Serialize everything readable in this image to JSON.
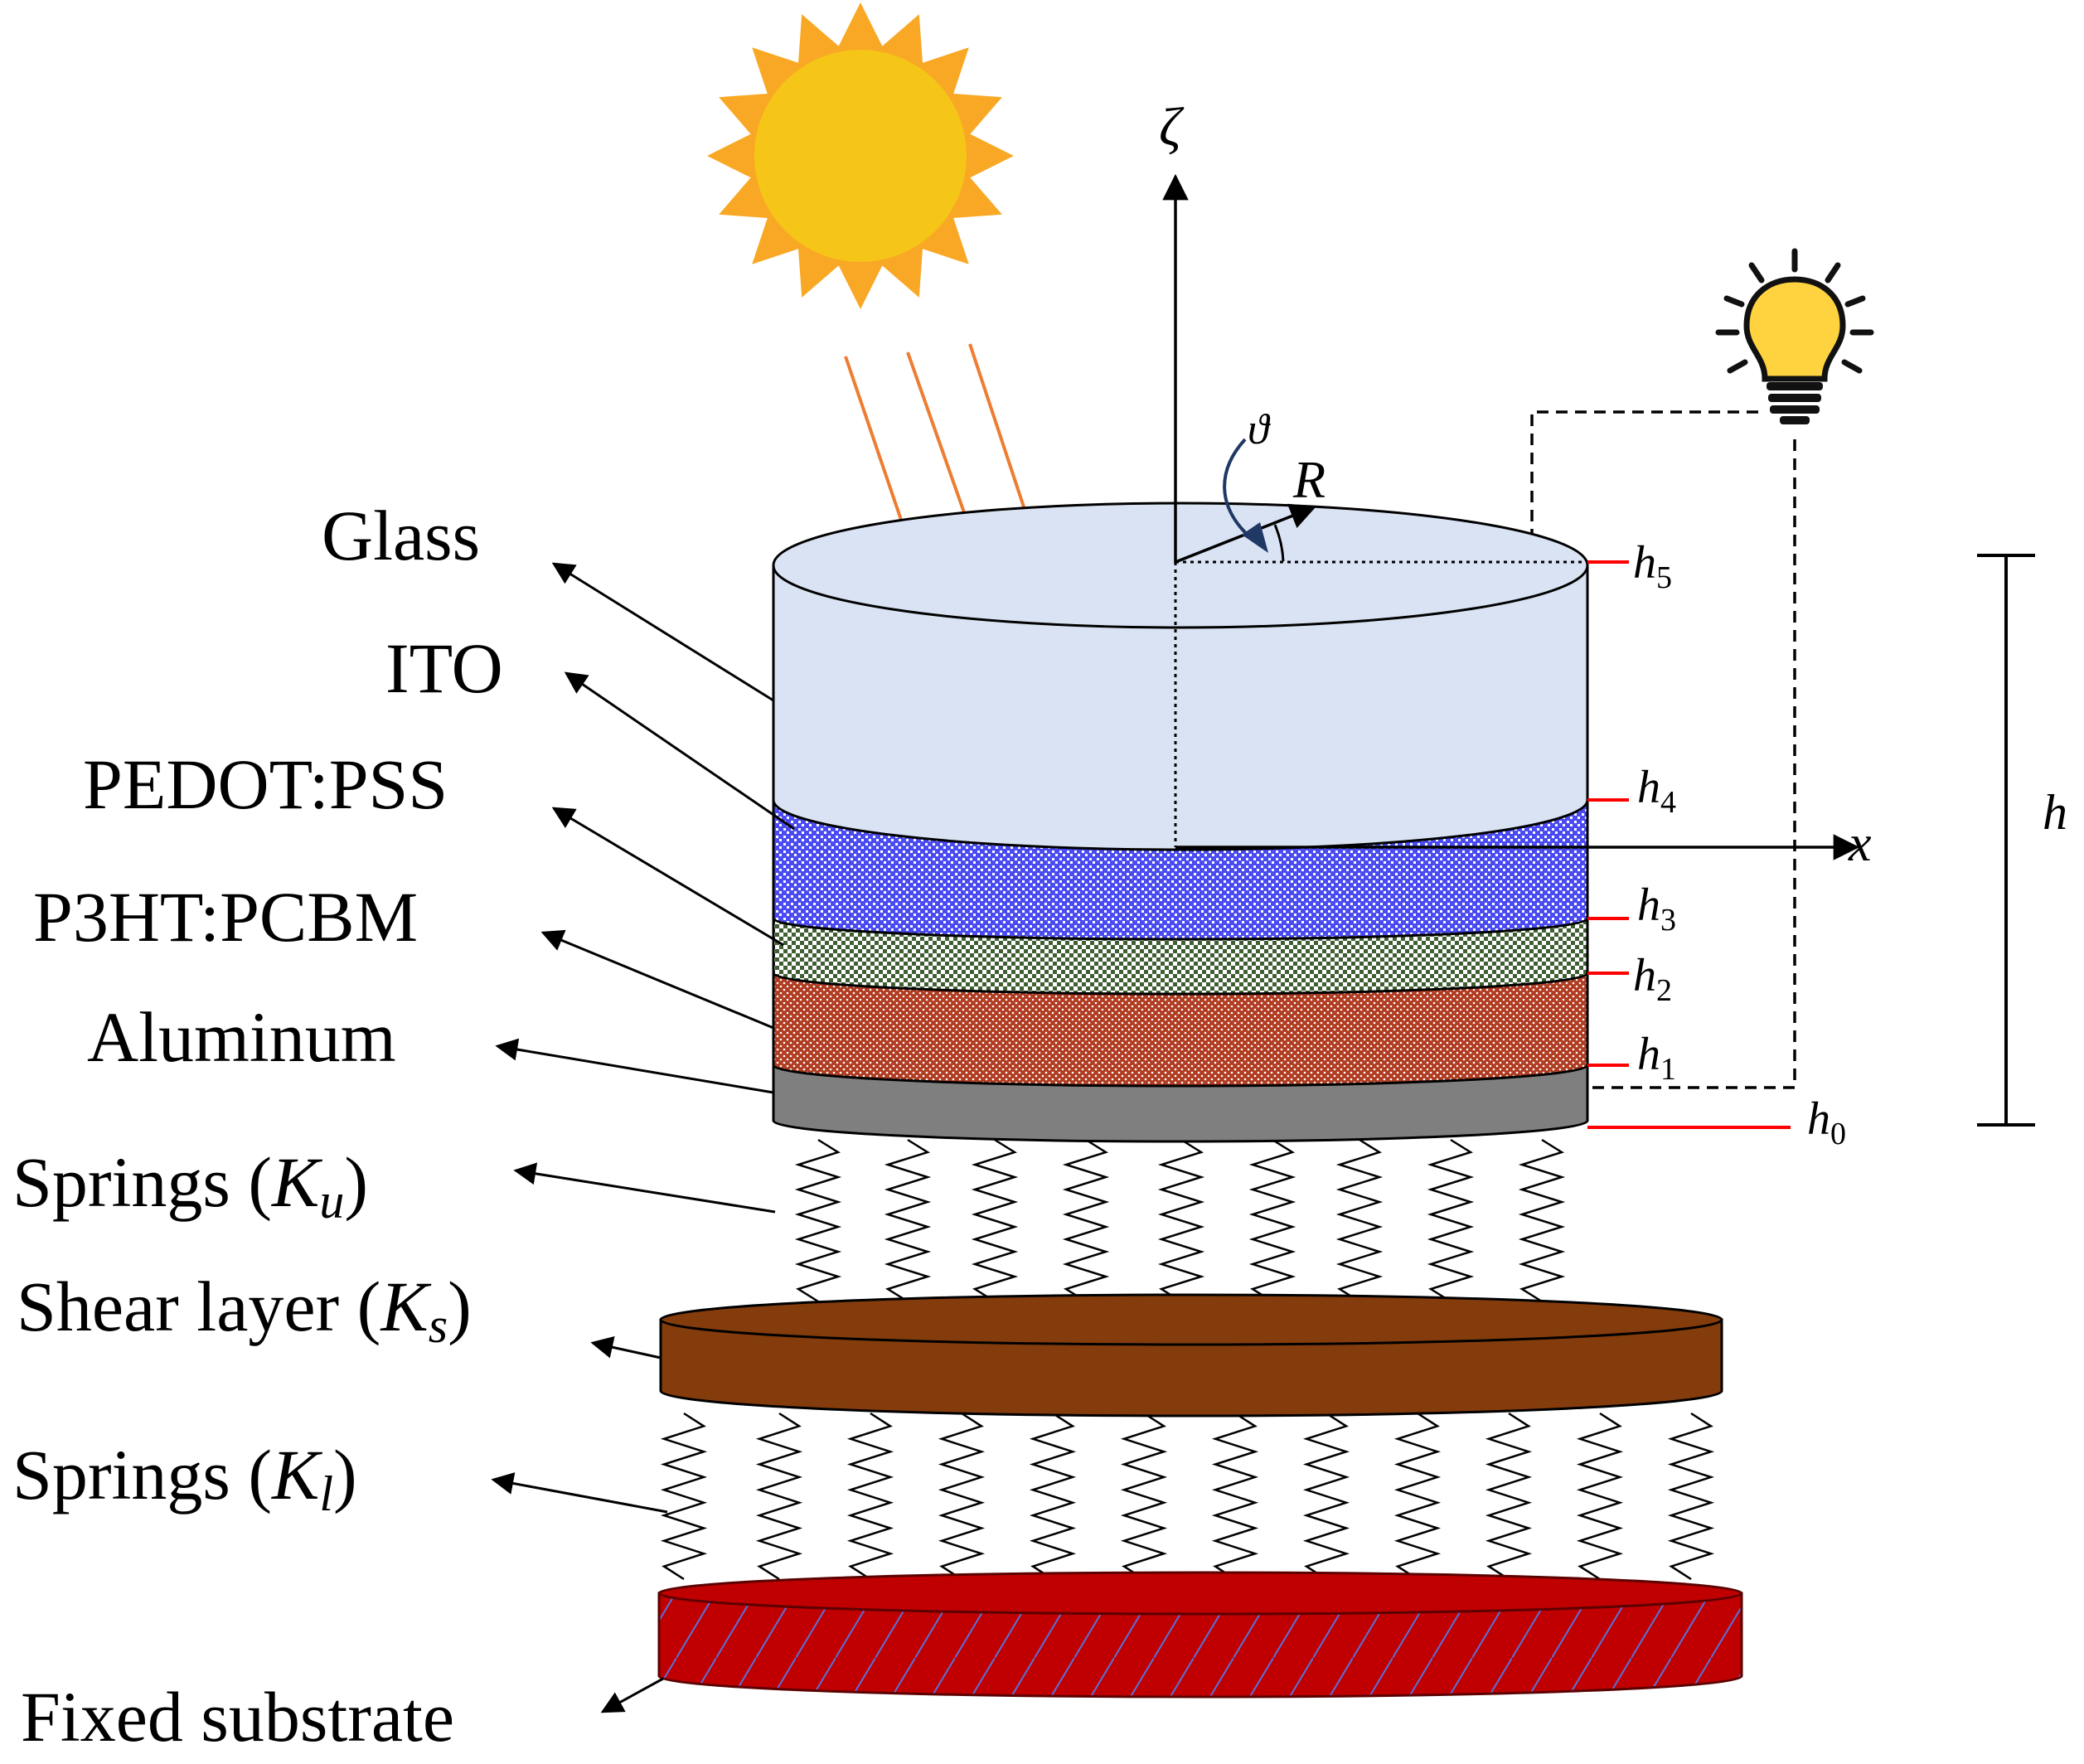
{
  "layer_labels": {
    "glass": "Glass",
    "ito": "ITO",
    "pedot": "PEDOT:PSS",
    "p3ht": "P3HT:PCBM",
    "aluminum": "Aluminum"
  },
  "support_labels": {
    "springs_upper_prefix": "Springs (",
    "springs_upper_sym": "K",
    "springs_upper_sub": "u",
    "shear_prefix": "Shear layer (",
    "shear_sym": "K",
    "shear_sub": "s",
    "springs_lower_prefix": "Springs (",
    "springs_lower_sym": "K",
    "springs_lower_sub": "l",
    "close_paren": ")",
    "substrate": "Fixed substrate"
  },
  "axes": {
    "zeta": "ζ",
    "x": "x",
    "radius": "R",
    "angle": "ϑ",
    "thickness": "h"
  },
  "height_marks": [
    {
      "sym": "h",
      "sub": "5"
    },
    {
      "sym": "h",
      "sub": "4"
    },
    {
      "sym": "h",
      "sub": "3"
    },
    {
      "sym": "h",
      "sub": "2"
    },
    {
      "sym": "h",
      "sub": "1"
    },
    {
      "sym": "h",
      "sub": "0"
    }
  ],
  "colors": {
    "glass": "#dae3f3",
    "ito": "#4b4bf2",
    "pedot": "#44663a",
    "p3ht": "#b03c22",
    "aluminum": "#7f7f7f",
    "shear": "#843c0c",
    "substrate": "#c00000",
    "sun_disc": "#f5c518",
    "sun_rays": "#f9a825",
    "light_rays": "#ed7d31",
    "marker": "#ff0000",
    "bulb": "#ffd23f"
  },
  "icons": [
    "sun-icon",
    "light-bulb-icon"
  ]
}
